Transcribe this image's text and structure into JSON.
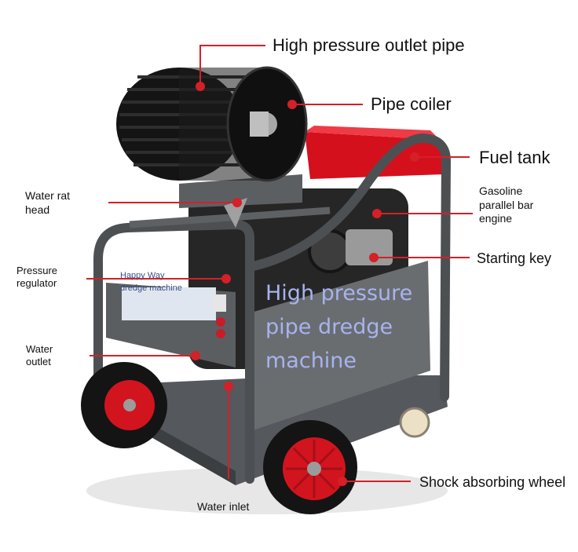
{
  "labels": {
    "outlet_pipe": "High pressure outlet pipe",
    "pipe_coiler": "Pipe coiler",
    "fuel_tank": "Fuel tank",
    "water_rat_head": "Water rat\nhead",
    "engine": "Gasoline\nparallel bar\nengine",
    "starting_key": "Starting key",
    "pressure_regulator": "Pressure\nregulator",
    "water_outlet": "Water\noutlet",
    "shock_wheel": "Shock absorbing wheel",
    "water_inlet": "Water inlet"
  },
  "sticker_text": "Happy Way\ndredge machine",
  "overlay_title": "High pressure\npipe dredge\nmachine",
  "colors": {
    "callout_red": "#d42027",
    "fuel_tank_red": "#d4101d",
    "frame_gray": "#4d5053",
    "overlay_text": "#a8b3ee"
  }
}
